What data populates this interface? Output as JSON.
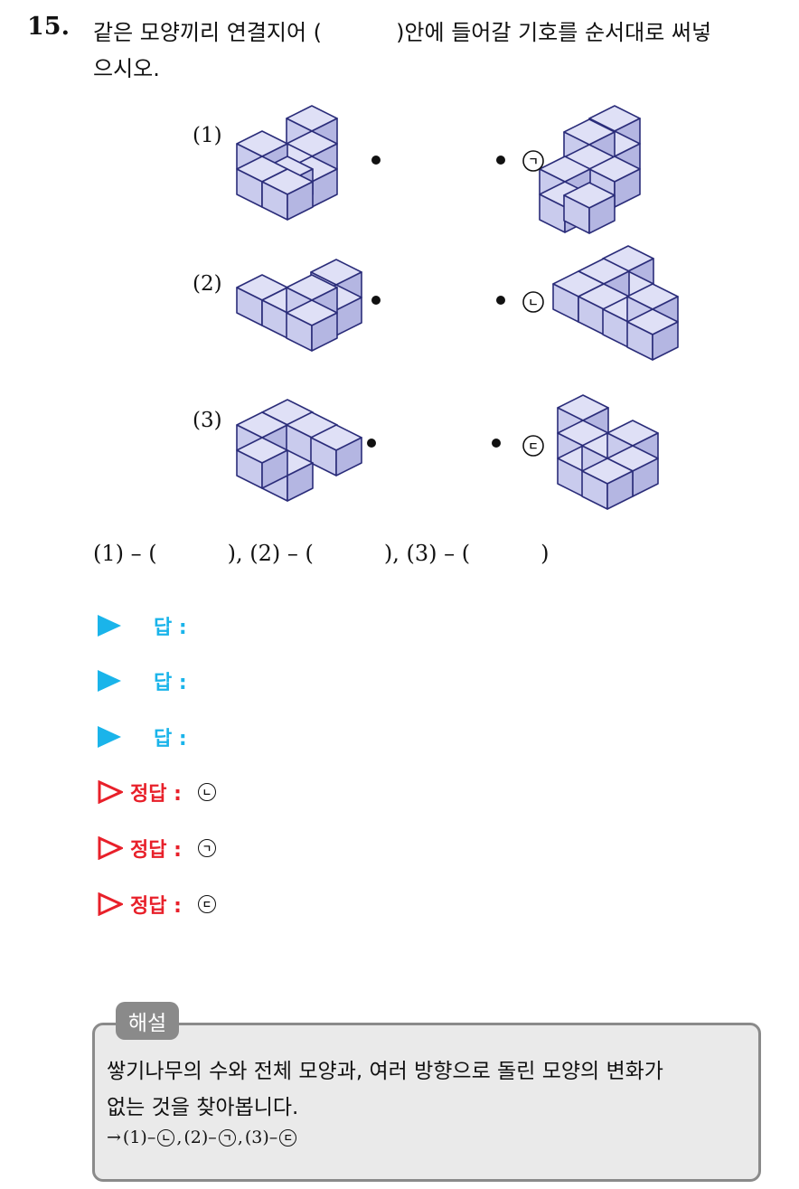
{
  "question": {
    "number": "15.",
    "line1_a": "같은 모양끼리 연결지어 (",
    "line1_b": ")안에 들어갈 기호를 순서대로 써넣",
    "line2": "으시오."
  },
  "figure": {
    "left_labels": [
      "(1)",
      "(2)",
      "(3)"
    ],
    "right_symbols": [
      "ㄱ",
      "ㄴ",
      "ㄷ"
    ],
    "cube_fill": "#c9cbed",
    "cube_top": "#dfe0f6",
    "cube_side": "#b4b6e2",
    "cube_stroke": "#2b2d7a"
  },
  "blank_line": {
    "p1": "(1) – (",
    "p2": "), (2) – (",
    "p3": "), (3) – (",
    "p4": ")"
  },
  "answers": [
    {
      "label": "답 :"
    },
    {
      "label": "답 :"
    },
    {
      "label": "답 :"
    }
  ],
  "solutions": [
    {
      "label": "정답 :",
      "value": "ㄴ"
    },
    {
      "label": "정답 :",
      "value": "ㄱ"
    },
    {
      "label": "정답 :",
      "value": "ㄷ"
    }
  ],
  "colors": {
    "answer": "#1ab4ea",
    "solution": "#e8202a",
    "box_border": "#8a8a8a",
    "box_bg": "#eaeaea"
  },
  "explanation": {
    "tab": "해설",
    "line1": "쌓기나무의 수와 전체 모양과, 여러 방향으로 돌린 모양의 변화가",
    "line2": "없는 것을 찾아봅니다.",
    "arrow": "→",
    "pairs": [
      {
        "num": "(1)–",
        "sym": "ㄴ",
        "sep": ","
      },
      {
        "num": "(2)–",
        "sym": "ㄱ",
        "sep": ","
      },
      {
        "num": "(3)–",
        "sym": "ㄷ",
        "sep": ""
      }
    ]
  }
}
